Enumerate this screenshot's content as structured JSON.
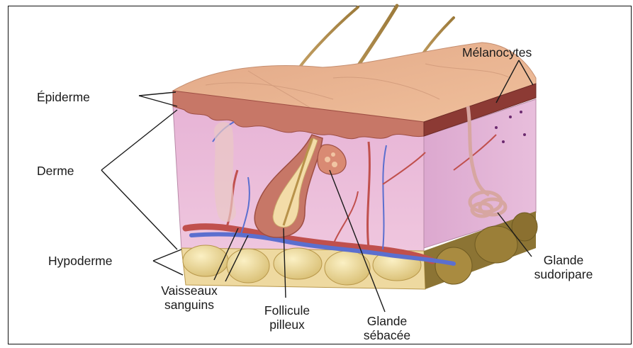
{
  "labels": {
    "epiderme": "Épiderme",
    "derme": "Derme",
    "hypoderme": "Hypoderme",
    "melanocytes": "Mélanocytes",
    "vaisseaux_line1": "Vaisseaux",
    "vaisseaux_line2": "sanguins",
    "follicule_line1": "Follicule",
    "follicule_line2": "pilleux",
    "glande_sebacee_line1": "Glande",
    "glande_sebacee_line2": "sébacée",
    "glande_sudoripare_line1": "Glande",
    "glande_sudoripare_line2": "sudoripare"
  },
  "colors": {
    "skin_top": "#e9b48f",
    "epidermis": "#c9766a",
    "dermis": "#e9b9dd",
    "fat": "#f1dfa6",
    "fat_shadow": "#a88a3c",
    "artery": "#c0504d",
    "vein": "#5b6fcf",
    "hair": "#b8924a",
    "leader_line": "#1a1a1a"
  }
}
